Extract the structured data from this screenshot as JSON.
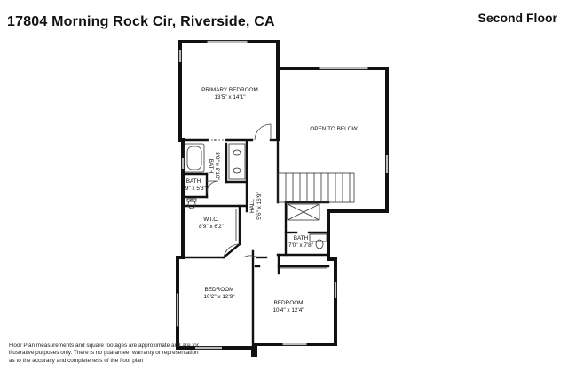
{
  "header": {
    "address": "17804 Morning Rock Cir, Riverside, CA",
    "floor": "Second Floor"
  },
  "rooms": {
    "primary_bedroom": {
      "name": "PRIMARY BEDROOM",
      "dims": "13'5\" x 14'1\""
    },
    "open_to_below": {
      "name": "OPEN TO BELOW"
    },
    "bath_primary": {
      "name": "BATH",
      "dims": "8'9\" x 8'10\""
    },
    "bath_small": {
      "name": "BATH",
      "dims": "3'9\" x 5'3\""
    },
    "hall": {
      "name": "HALL",
      "dims": "5'6\" x 16'9\""
    },
    "wic": {
      "name": "W.I.C.",
      "dims": "8'9\" x 6'2\""
    },
    "bath_second": {
      "name": "BATH",
      "dims": "7'0\" x 7'8\""
    },
    "bedroom_left": {
      "name": "BEDROOM",
      "dims": "10'2\" x 12'9\""
    },
    "bedroom_right": {
      "name": "BEDROOM",
      "dims": "10'4\" x 12'4\""
    }
  },
  "footer": {
    "disclaimer": "Floor Plan measurements and square footages are approximate and are for illustrative purposes only. There is no guarantee, warranty or representation as to the accuracy and completeness of the floor plan"
  }
}
